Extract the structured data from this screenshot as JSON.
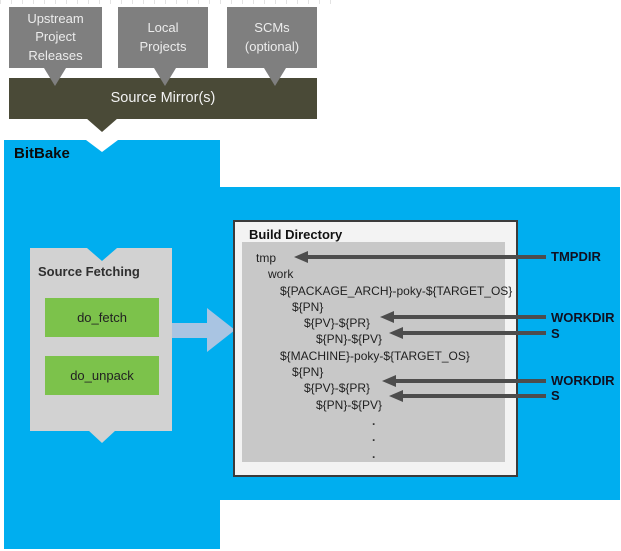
{
  "top": {
    "boxes": [
      {
        "label": "Upstream\nProject\nReleases"
      },
      {
        "label": "Local\nProjects"
      },
      {
        "label": "SCMs\n(optional)"
      }
    ],
    "mirror_label": "Source Mirror(s)"
  },
  "bitbake": {
    "label": "BitBake"
  },
  "source_fetching": {
    "title": "Source Fetching",
    "tasks": [
      "do_fetch",
      "do_unpack"
    ]
  },
  "build": {
    "title": "Build Directory",
    "tree": [
      "tmp",
      "work",
      "${PACKAGE_ARCH}-poky-${TARGET_OS}",
      "${PN}",
      "${PV}-${PR}",
      "${PN}-${PV}",
      "${MACHINE}-poky-${TARGET_OS}",
      "${PN}",
      "${PV}-${PR}",
      "${PN}-${PV}"
    ],
    "dots": [
      ".",
      ".",
      "."
    ]
  },
  "pointers": [
    {
      "label": "TMPDIR"
    },
    {
      "label": "WORKDIR"
    },
    {
      "label": "S"
    },
    {
      "label": "WORKDIR"
    },
    {
      "label": "S"
    }
  ],
  "colors": {
    "blue": "#00aeef",
    "dark_olive_bar": "#4a4a37",
    "gray_box": "#7f7f7f",
    "light_gray_panel": "#d2d2d2",
    "inner_gray_panel": "#c8c8c8",
    "green_task": "#7cc24b",
    "steel_arrow": "#a9c4e2",
    "pointer_arrow": "#4d4d4d"
  }
}
